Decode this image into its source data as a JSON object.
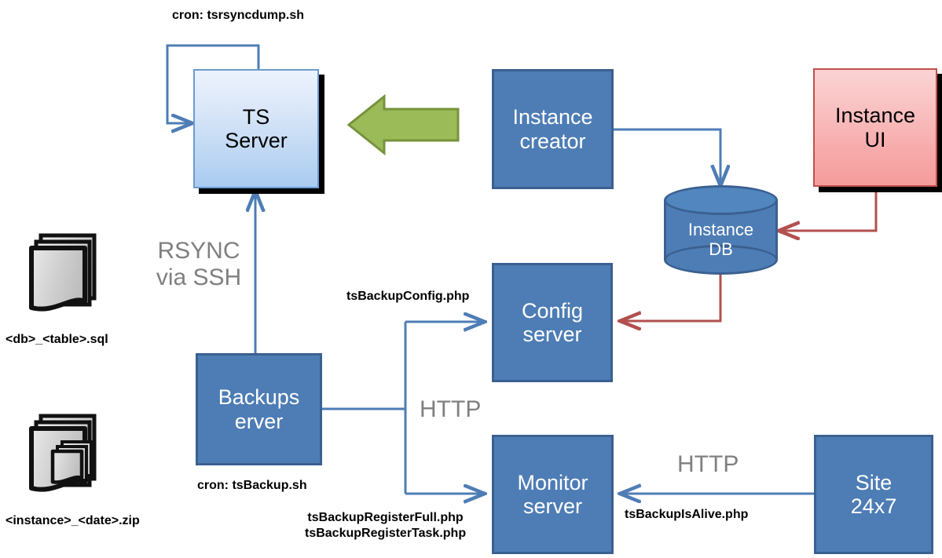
{
  "diagram": {
    "title_hidden": "",
    "colors": {
      "process_fill": "#4E7DB5",
      "process_border": "#3A6091",
      "ts_server_fill_top": "#ECF3FC",
      "ts_server_fill_bottom": "#A9CBF0",
      "instance_ui_fill_top": "#FBD3D3",
      "instance_ui_fill_bottom": "#F59C9C",
      "instance_ui_border": "#C0504D",
      "green_arrow_fill": "#9BBB59",
      "green_arrow_border": "#77933C",
      "wire_blue": "#4E7DB5",
      "wire_red": "#B34F4F",
      "protocol_text": "#808080",
      "caption_text": "#000000",
      "shadow": "#000000"
    },
    "nodes": [
      {
        "id": "ts-server",
        "label": "TS\nServer"
      },
      {
        "id": "instance-creator",
        "label": "Instance\ncreator"
      },
      {
        "id": "instance-ui",
        "label": "Instance\nUI"
      },
      {
        "id": "instance-db",
        "label": "Instance\nDB"
      },
      {
        "id": "config-server",
        "label": "Config\nserver"
      },
      {
        "id": "backup-server",
        "label": "Backups\nerver"
      },
      {
        "id": "monitor-server",
        "label": "Monitor\nserver"
      },
      {
        "id": "site-24x7",
        "label": "Site\n24x7"
      }
    ],
    "captions": {
      "cron_tsrsyncdump": "cron: tsrsyncdump.sh",
      "cron_tsbackup": "cron: tsBackup.sh",
      "tsbackupconfig": "tsBackupConfig.php",
      "tsbackupregister": "tsBackupRegisterFull.php\ntsBackupRegisterTask.php",
      "tsbackupisalive": "tsBackupIsAlive.php",
      "sql_file": "<db>_<table>.sql",
      "zip_file": "<instance>_<date>.zip"
    },
    "protocols": {
      "rsync": "RSYNC\nvia SSH",
      "http_left": "HTTP",
      "http_right": "HTTP"
    },
    "icons": {
      "sql_stack": "document-stack-icon",
      "zip_stack": "document-stack-zip-icon",
      "green_arrow": "left-arrow-icon"
    }
  }
}
